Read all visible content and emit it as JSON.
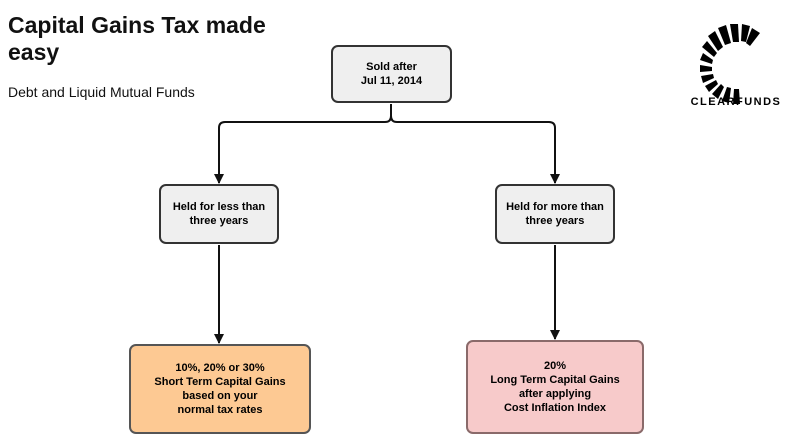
{
  "header": {
    "title": "Capital Gains Tax made easy",
    "subtitle": "Debt and Liquid Mutual Funds"
  },
  "logo": {
    "icon": "clearfunds-logo-icon",
    "text": "CLEARFUNDS",
    "color": "#000000"
  },
  "diagram": {
    "root": "Sold after\nJul 11, 2014",
    "left_branch": "Held for less than\nthree years",
    "right_branch": "Held for more than\nthree years",
    "left_outcome": "10%, 20% or 30%\nShort Term Capital Gains\nbased on your\nnormal tax rates",
    "right_outcome": "20%\nLong Term Capital Gains\nafter applying\nCost Inflation Index"
  },
  "colors": {
    "neutral_box": "#efefef",
    "short_term_box": "#fdc993",
    "long_term_box": "#f7caca",
    "connector": "#111111"
  }
}
